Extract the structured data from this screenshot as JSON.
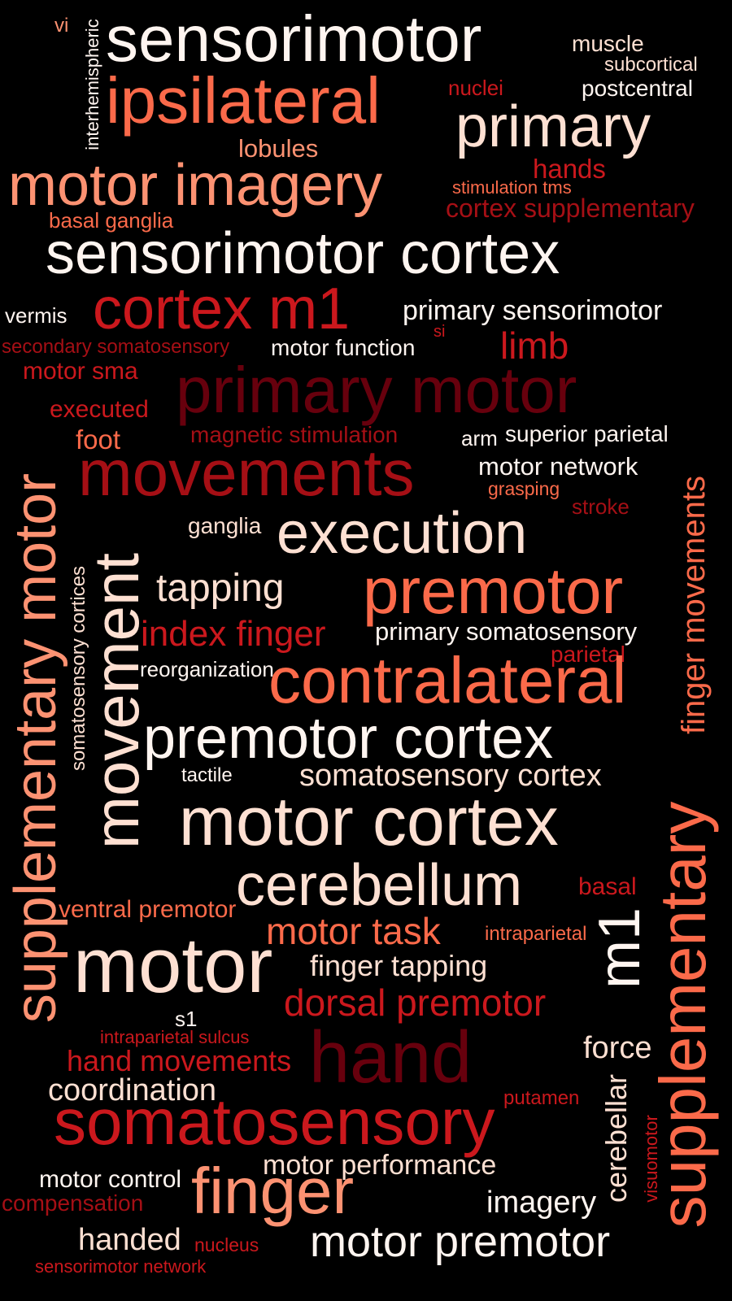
{
  "palette": {
    "background": "#000000",
    "white": "#fff5f0",
    "pale": "#fee0d2",
    "salmon": "#fc9272",
    "orange": "#fb6a4a",
    "red": "#cb181d",
    "darkred": "#a50f15",
    "maroon": "#67000d"
  },
  "words": [
    {
      "text": "sensorimotor"
    },
    {
      "text": "vi"
    },
    {
      "text": "interhemispheric"
    },
    {
      "text": "muscle"
    },
    {
      "text": "subcortical"
    },
    {
      "text": "ipsilateral"
    },
    {
      "text": "nuclei"
    },
    {
      "text": "postcentral"
    },
    {
      "text": "primary"
    },
    {
      "text": "lobules"
    },
    {
      "text": "hands"
    },
    {
      "text": "motor imagery"
    },
    {
      "text": "stimulation tms"
    },
    {
      "text": "cortex supplementary"
    },
    {
      "text": "basal ganglia"
    },
    {
      "text": "sensorimotor cortex"
    },
    {
      "text": "vermis"
    },
    {
      "text": "cortex m1"
    },
    {
      "text": "primary sensorimotor"
    },
    {
      "text": "si"
    },
    {
      "text": "secondary somatosensory"
    },
    {
      "text": "motor function"
    },
    {
      "text": "limb"
    },
    {
      "text": "motor sma"
    },
    {
      "text": "primary motor"
    },
    {
      "text": "executed"
    },
    {
      "text": "foot"
    },
    {
      "text": "magnetic stimulation"
    },
    {
      "text": "arm"
    },
    {
      "text": "superior parietal"
    },
    {
      "text": "movements"
    },
    {
      "text": "motor network"
    },
    {
      "text": "grasping"
    },
    {
      "text": "stroke"
    },
    {
      "text": "ganglia"
    },
    {
      "text": "execution"
    },
    {
      "text": "tapping"
    },
    {
      "text": "premotor"
    },
    {
      "text": "index finger"
    },
    {
      "text": "primary somatosensory"
    },
    {
      "text": "parietal"
    },
    {
      "text": "reorganization"
    },
    {
      "text": "contralateral"
    },
    {
      "text": "premotor cortex"
    },
    {
      "text": "tactile"
    },
    {
      "text": "somatosensory cortex"
    },
    {
      "text": "motor cortex"
    },
    {
      "text": "cerebellum"
    },
    {
      "text": "basal"
    },
    {
      "text": "ventral premotor"
    },
    {
      "text": "motor task"
    },
    {
      "text": "intraparietal"
    },
    {
      "text": "motor"
    },
    {
      "text": "finger tapping"
    },
    {
      "text": "dorsal premotor"
    },
    {
      "text": "s1"
    },
    {
      "text": "intraparietal sulcus"
    },
    {
      "text": "hand"
    },
    {
      "text": "force"
    },
    {
      "text": "hand movements"
    },
    {
      "text": "coordination"
    },
    {
      "text": "putamen"
    },
    {
      "text": "somatosensory"
    },
    {
      "text": "motor performance"
    },
    {
      "text": "motor control"
    },
    {
      "text": "finger"
    },
    {
      "text": "imagery"
    },
    {
      "text": "compensation"
    },
    {
      "text": "handed"
    },
    {
      "text": "nucleus"
    },
    {
      "text": "motor premotor"
    },
    {
      "text": "sensorimotor network"
    },
    {
      "text": "supplementary motor"
    },
    {
      "text": "movement"
    },
    {
      "text": "somatosensory cortices"
    },
    {
      "text": "finger movements"
    },
    {
      "text": "supplementary"
    },
    {
      "text": "m1"
    },
    {
      "text": "cerebellar"
    },
    {
      "text": "visuomotor"
    }
  ]
}
